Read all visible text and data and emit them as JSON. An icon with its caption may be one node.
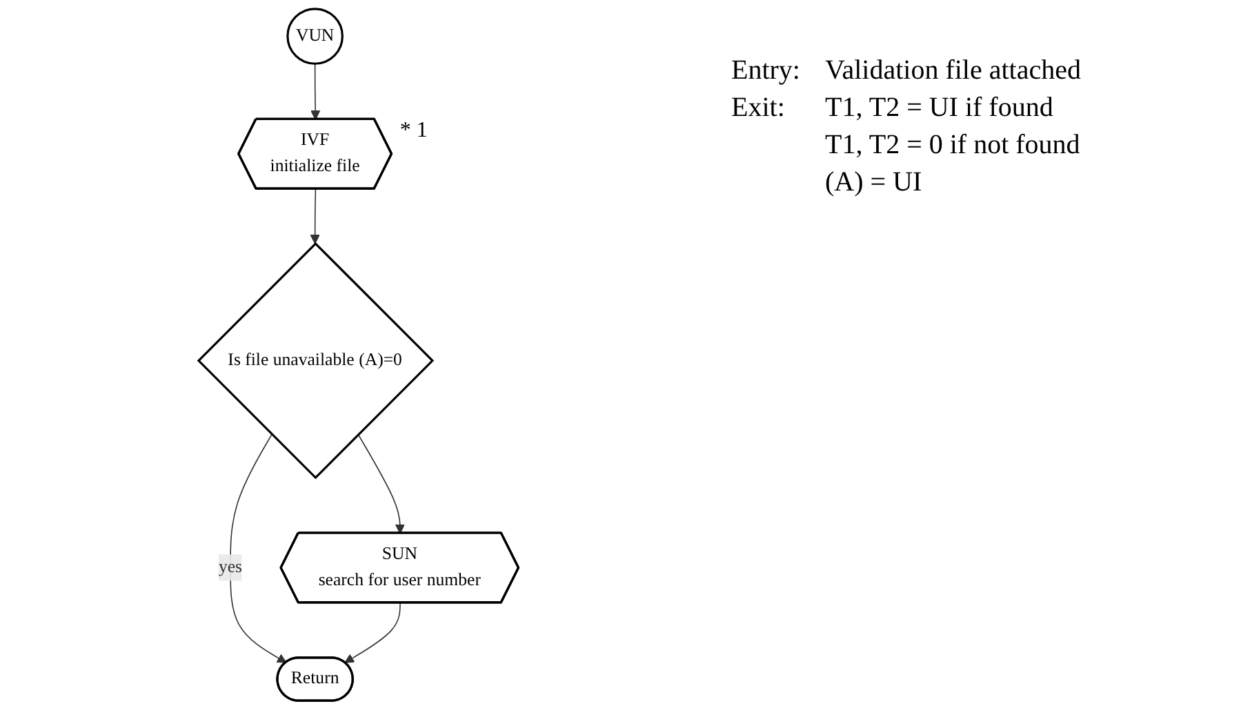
{
  "diagram": {
    "nodes": [
      {
        "text": [
          "VUN"
        ]
      },
      {
        "text": [
          "IVF",
          "initialize file"
        ],
        "beside": [
          "* 1"
        ]
      },
      {
        "text": [
          "Is file unavailable (A)=0"
        ]
      },
      {
        "text": [
          "SUN",
          "search for user number"
        ]
      },
      {
        "text": [
          "Return"
        ]
      }
    ],
    "edges": [
      {
        "from": 0,
        "to": 1,
        "arrow": "to"
      },
      {
        "from": 1,
        "to": 2,
        "arrow": "to"
      },
      {
        "from": 2,
        "to": 4,
        "label": "yes",
        "arrow": "to"
      },
      {
        "from": 2,
        "to": 3,
        "arrow": "to"
      },
      {
        "from": 3,
        "to": 4,
        "arrow": "to"
      }
    ],
    "labels": [
      "Entry:",
      "Validation file attached",
      "Exit:",
      "T1, T2 = UI if found",
      "T1, T2 = 0 if not found",
      "(A) = UI"
    ]
  }
}
